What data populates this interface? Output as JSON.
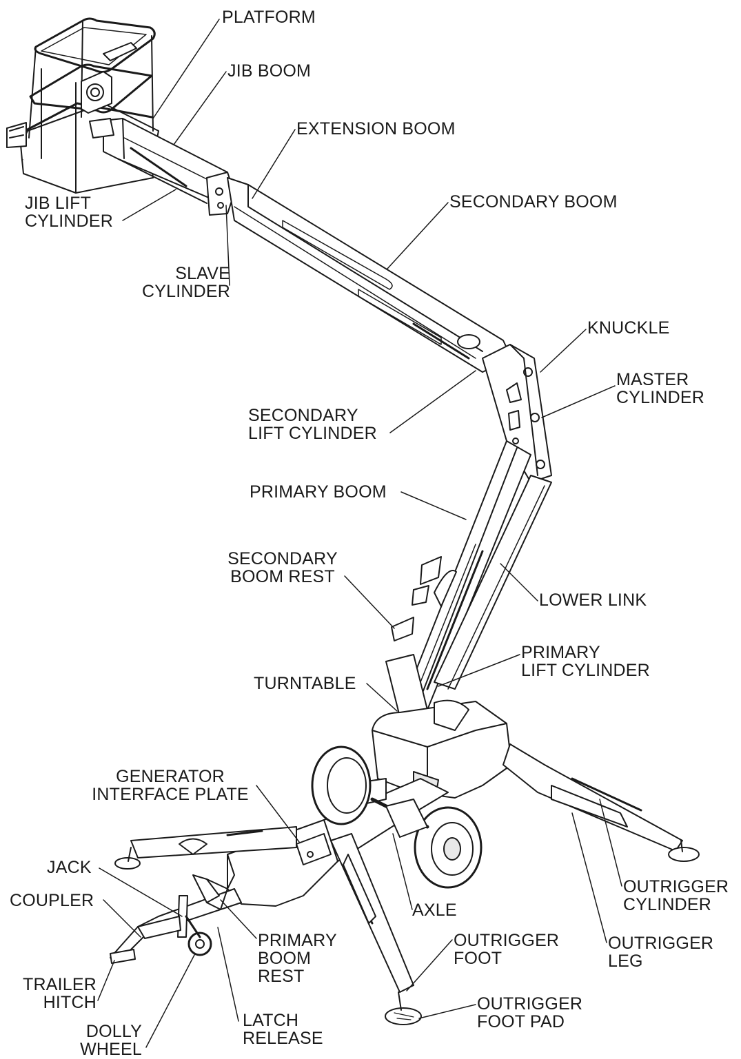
{
  "labels": {
    "platform": [
      "PLATFORM"
    ],
    "jib_boom": [
      "JIB BOOM"
    ],
    "extension_boom": [
      "EXTENSION BOOM"
    ],
    "jib_lift_cylinder": [
      "JIB LIFT",
      "CYLINDER"
    ],
    "secondary_boom": [
      "SECONDARY BOOM"
    ],
    "slave_cylinder": [
      "SLAVE",
      "CYLINDER"
    ],
    "knuckle": [
      "KNUCKLE"
    ],
    "master_cylinder": [
      "MASTER",
      "CYLINDER"
    ],
    "secondary_lift_cylinder": [
      "SECONDARY",
      "LIFT CYLINDER"
    ],
    "primary_boom": [
      "PRIMARY BOOM"
    ],
    "secondary_boom_rest": [
      "SECONDARY",
      "BOOM REST"
    ],
    "lower_link": [
      "LOWER LINK"
    ],
    "primary_lift_cylinder": [
      "PRIMARY",
      "LIFT CYLINDER"
    ],
    "turntable": [
      "TURNTABLE"
    ],
    "generator_interface_plate": [
      "GENERATOR",
      "INTERFACE PLATE"
    ],
    "jack": [
      "JACK"
    ],
    "coupler": [
      "COUPLER"
    ],
    "axle": [
      "AXLE"
    ],
    "outrigger_cylinder": [
      "OUTRIGGER",
      "CYLINDER"
    ],
    "primary_boom_rest": [
      "PRIMARY",
      "BOOM",
      "REST"
    ],
    "outrigger_foot": [
      "OUTRIGGER",
      "FOOT"
    ],
    "outrigger_leg": [
      "OUTRIGGER",
      "LEG"
    ],
    "trailer_hitch": [
      "TRAILER",
      "HITCH"
    ],
    "outrigger_foot_pad": [
      "OUTRIGGER",
      "FOOT PAD"
    ],
    "latch_release": [
      "LATCH",
      "RELEASE"
    ],
    "dolly_wheel": [
      "DOLLY",
      "WHEEL"
    ]
  },
  "colors": {
    "ink": "#1a1a1a",
    "fill": "#ffffff",
    "shade": "#e9e9e9"
  }
}
